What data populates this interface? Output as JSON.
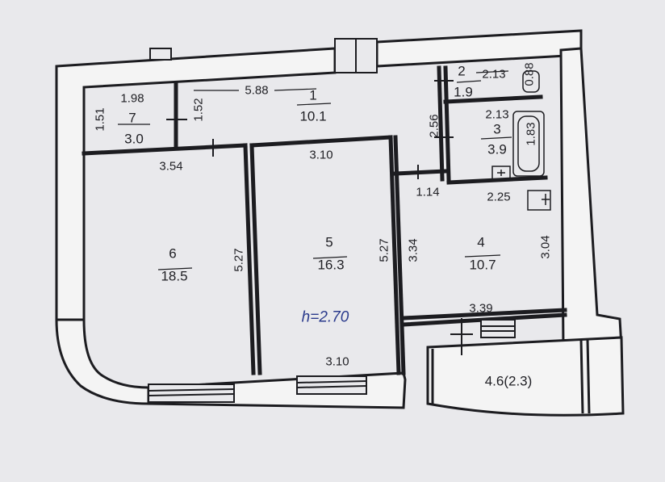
{
  "colors": {
    "background": "#e9e9ec",
    "wall": "#1c1c20",
    "wall_fill": "#f4f4f4",
    "ceiling_text": "#2a3a8c"
  },
  "ceiling_height": "h=2.70",
  "rooms": [
    {
      "id": "1",
      "number": "1",
      "area": "10.1"
    },
    {
      "id": "2",
      "number": "2",
      "area": "1.9"
    },
    {
      "id": "3",
      "number": "3",
      "area": "3.9"
    },
    {
      "id": "4",
      "number": "4",
      "area": "10.7"
    },
    {
      "id": "5",
      "number": "5",
      "area": "16.3"
    },
    {
      "id": "6",
      "number": "6",
      "area": "18.5"
    },
    {
      "id": "7",
      "number": "7",
      "area": "3.0"
    },
    {
      "id": "balcony",
      "number": "",
      "area": "4.6(2.3)"
    }
  ],
  "dimensions": {
    "d_5_88": "5.88",
    "d_1_98": "1.98",
    "d_1_51": "1.51",
    "d_1_52": "1.52",
    "d_2_56": "2.56",
    "d_2_13_top": "2.13",
    "d_0_88": "0.88",
    "d_2_13_mid": "2.13",
    "d_1_83": "1.83",
    "d_3_54": "3.54",
    "d_3_10_top": "3.10",
    "d_1_14": "1.14",
    "d_2_25": "2.25",
    "d_5_27_left": "5.27",
    "d_5_27_right": "5.27",
    "d_3_34": "3.34",
    "d_3_04": "3.04",
    "d_3_39": "3.39",
    "d_3_10_bottom": "3.10"
  }
}
